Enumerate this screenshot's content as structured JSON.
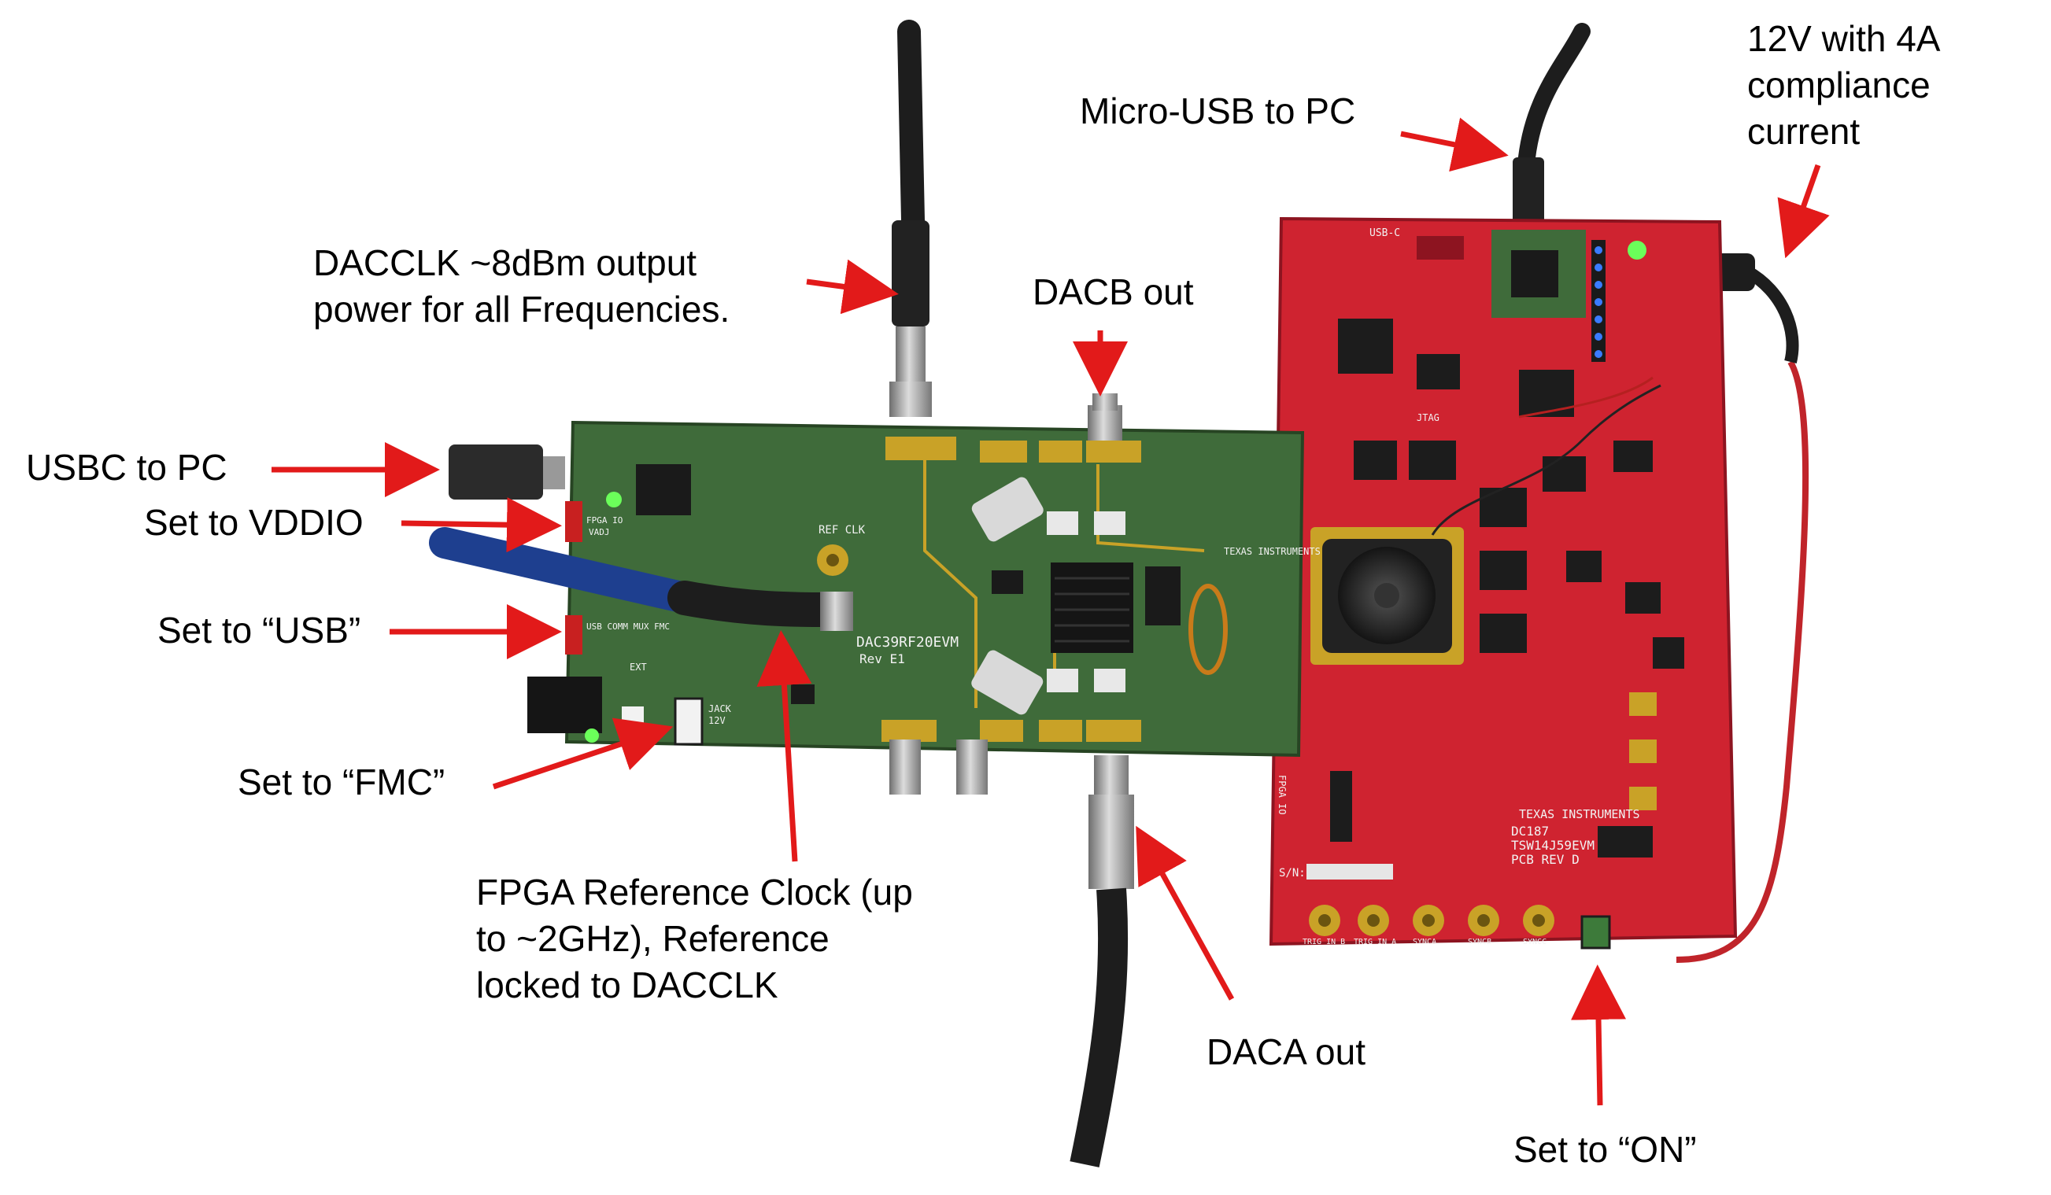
{
  "colors": {
    "arrow": "#e21a1a",
    "green_pcb": "#3f6b3a",
    "red_pcb": "#cf2330",
    "gold": "#c9a227",
    "cable": "#1d1d1d",
    "blue_cable": "#1e3f8f"
  },
  "labels": {
    "micro_usb": "Micro-USB to PC",
    "power_line1": "12V with 4A",
    "power_line2": "compliance",
    "power_line3": "current",
    "dacclk_line1": "DACCLK ~8dBm output",
    "dacclk_line2": "power for all Frequencies.",
    "dacb_out": "DACB out",
    "usbc": "USBC to PC",
    "vddio": "Set to VDDIO",
    "usb_switch": "Set to “USB”",
    "fmc_switch": "Set to “FMC”",
    "fpga_ref_line1": "FPGA Reference Clock (up",
    "fpga_ref_line2": "to ~2GHz), Reference",
    "fpga_ref_line3": "locked to DACCLK",
    "daca_out": "DACA out",
    "on_switch": "Set to “ON”"
  },
  "silkscreen": {
    "green_board_name": "DAC39RF20EVM",
    "green_board_rev": "Rev E1",
    "ti_logo": "TEXAS INSTRUMENTS",
    "red_board_brand": "TEXAS INSTRUMENTS",
    "red_board_name": "TSW14J59EVM",
    "red_board_rev": "PCB REV D",
    "red_board_code": "DC187",
    "ref_clk": "REF CLK",
    "usb_mux": "USB COMM MUX FMC",
    "fpga_io": "FPGA IO",
    "vadj": "VADJ",
    "jack": "JACK",
    "v12": "12V",
    "ext": "EXT",
    "usbc_silk": "USB-C",
    "jtag": "JTAG",
    "trig_in_b": "TRIG IN B",
    "trig_in_a": "TRIG IN A",
    "sync_a": "SYNCA",
    "sync_b": "SYNCB",
    "sync_c": "SYNCC",
    "sn": "S/N:"
  }
}
